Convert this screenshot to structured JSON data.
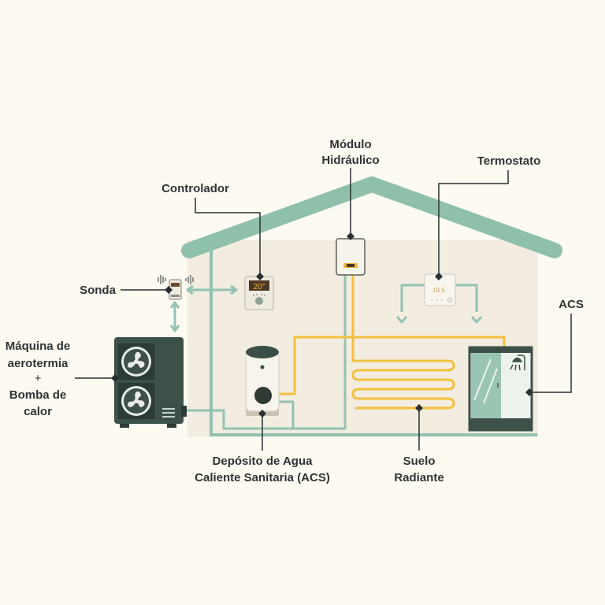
{
  "labels": {
    "modulo_line1": "Módulo",
    "modulo_line2": "Hidráulico",
    "termostato": "Termostato",
    "controlador": "Controlador",
    "sonda": "Sonda",
    "acs": "ACS",
    "maquina_line1": "Máquina de",
    "maquina_line2": "aerotermia",
    "maquina_plus": "+",
    "maquina_line3": "Bomba de",
    "maquina_line4": "calor",
    "deposito_line1": "Depósito de Agua",
    "deposito_line2": "Caliente Sanitaria (ACS)",
    "suelo_line1": "Suelo",
    "suelo_line2": "Radiante"
  },
  "displays": {
    "controlador_temp": "20°",
    "termostato_temp": "19.5"
  },
  "colors": {
    "background": "#fdfbf1",
    "house_wall": "#f2ede0",
    "roof": "#8fc0ac",
    "pipe_cold": "#93c2b2",
    "pipe_hot": "#f4bf3e",
    "unit_body": "#3d5149",
    "label_text": "#2f3434",
    "leader_line": "#2b2f2f"
  },
  "icons": [
    "fan-icon",
    "shower-icon",
    "signal-wave-icon"
  ]
}
